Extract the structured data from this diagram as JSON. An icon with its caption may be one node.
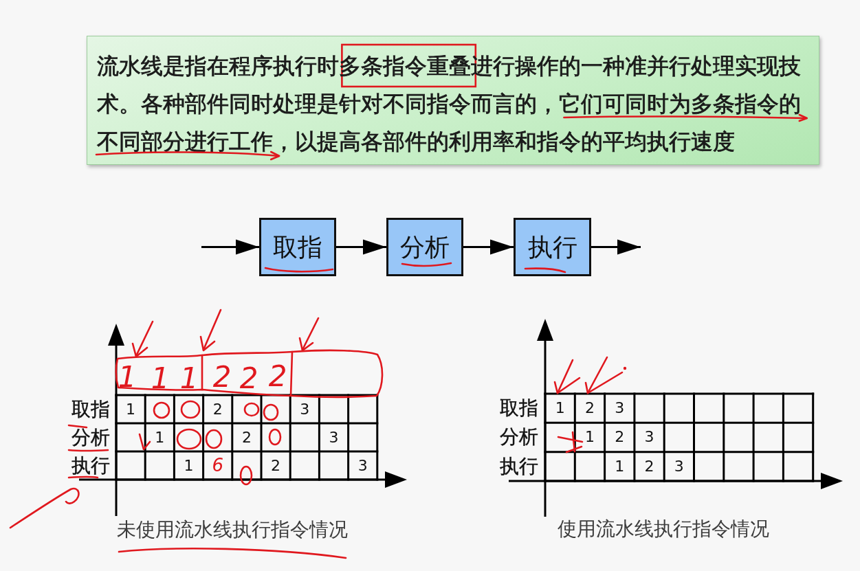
{
  "diagram": {
    "nodes": [
      {
        "text": [
          "流水线是指在程序执行时多条指令重叠进行操作的一种准并行处理实现技术。各种部件同时处理是针对不同指令而言的，它们可同时为多条指令的不同部分进行工作，以提高各部件的利用率和指令的平均执行速度"
        ]
      },
      {
        "text": [
          "取指"
        ]
      },
      {
        "text": [
          "分析"
        ]
      },
      {
        "text": [
          "执行"
        ]
      }
    ],
    "edges": [
      {
        "from": null,
        "to": 1,
        "arrow": "to"
      },
      {
        "from": 1,
        "to": 2,
        "arrow": "to"
      },
      {
        "from": 2,
        "to": 3,
        "arrow": "to"
      },
      {
        "from": 3,
        "to": null,
        "arrow": "to"
      }
    ],
    "labels": [
      "1",
      "1",
      "1",
      "2",
      "2",
      "2",
      "取指",
      "1",
      "2",
      "3",
      "分析",
      "1",
      "2",
      "3",
      "执行",
      "1",
      "6",
      "2",
      "3",
      "未使用流水线执行指令情况",
      "取指",
      "1",
      "2",
      "3",
      "分析",
      "1",
      "2",
      "3",
      "执行",
      "1",
      "2",
      "3",
      "使用流水线执行指令情况"
    ]
  }
}
